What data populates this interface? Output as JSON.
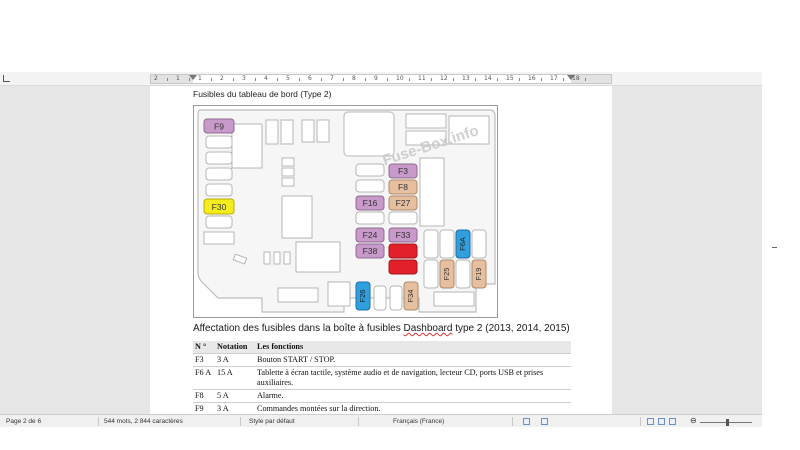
{
  "document": {
    "caption": "Fusibles du tableau de bord (Type 2)",
    "watermark": "Fuse-Box.info",
    "heading_prefix": "Affectation des fusibles dans la boîte à fusibles ",
    "heading_flagged": "Dashboard",
    "heading_suffix": " type 2 (2013, 2014, 2015)"
  },
  "ruler": {
    "numbers": [
      "2",
      "1",
      "1",
      "2",
      "3",
      "4",
      "5",
      "6",
      "7",
      "8",
      "9",
      "10",
      "11",
      "12",
      "13",
      "14",
      "15",
      "16",
      "17",
      "18"
    ]
  },
  "fuse_labels": {
    "f9": "F9",
    "f30": "F30",
    "f3": "F3",
    "f8": "F8",
    "f16": "F16",
    "f27": "F27",
    "f24": "F24",
    "f33": "F33",
    "f38": "F38",
    "f6a": "F6A",
    "f25": "F25",
    "f19": "F19",
    "f26": "F26",
    "f34": "F34"
  },
  "colors": {
    "purple": "#c79ac9",
    "yellow": "#f5ec1c",
    "tan": "#e6bf9f",
    "blue": "#2f9fe0",
    "red": "#e3202a"
  },
  "table": {
    "headers": [
      "N °",
      "Notation",
      "Les fonctions"
    ],
    "rows": [
      [
        "F3",
        "3 A",
        "Bouton START / STOP."
      ],
      [
        "F6 A",
        "15 A",
        "Tablette à écran tactile, système audio et de navigation, lecteur CD, ports USB et prises auxiliaires."
      ],
      [
        "F8",
        "5 A",
        "Alarme."
      ],
      [
        "F9",
        "3 A",
        "Commandes montées sur la direction."
      ]
    ]
  },
  "status": {
    "page": "Page 2 de 6",
    "words": "544 mots, 2 844 caractères",
    "style": "Style par défaut",
    "language": "Français (France)"
  }
}
